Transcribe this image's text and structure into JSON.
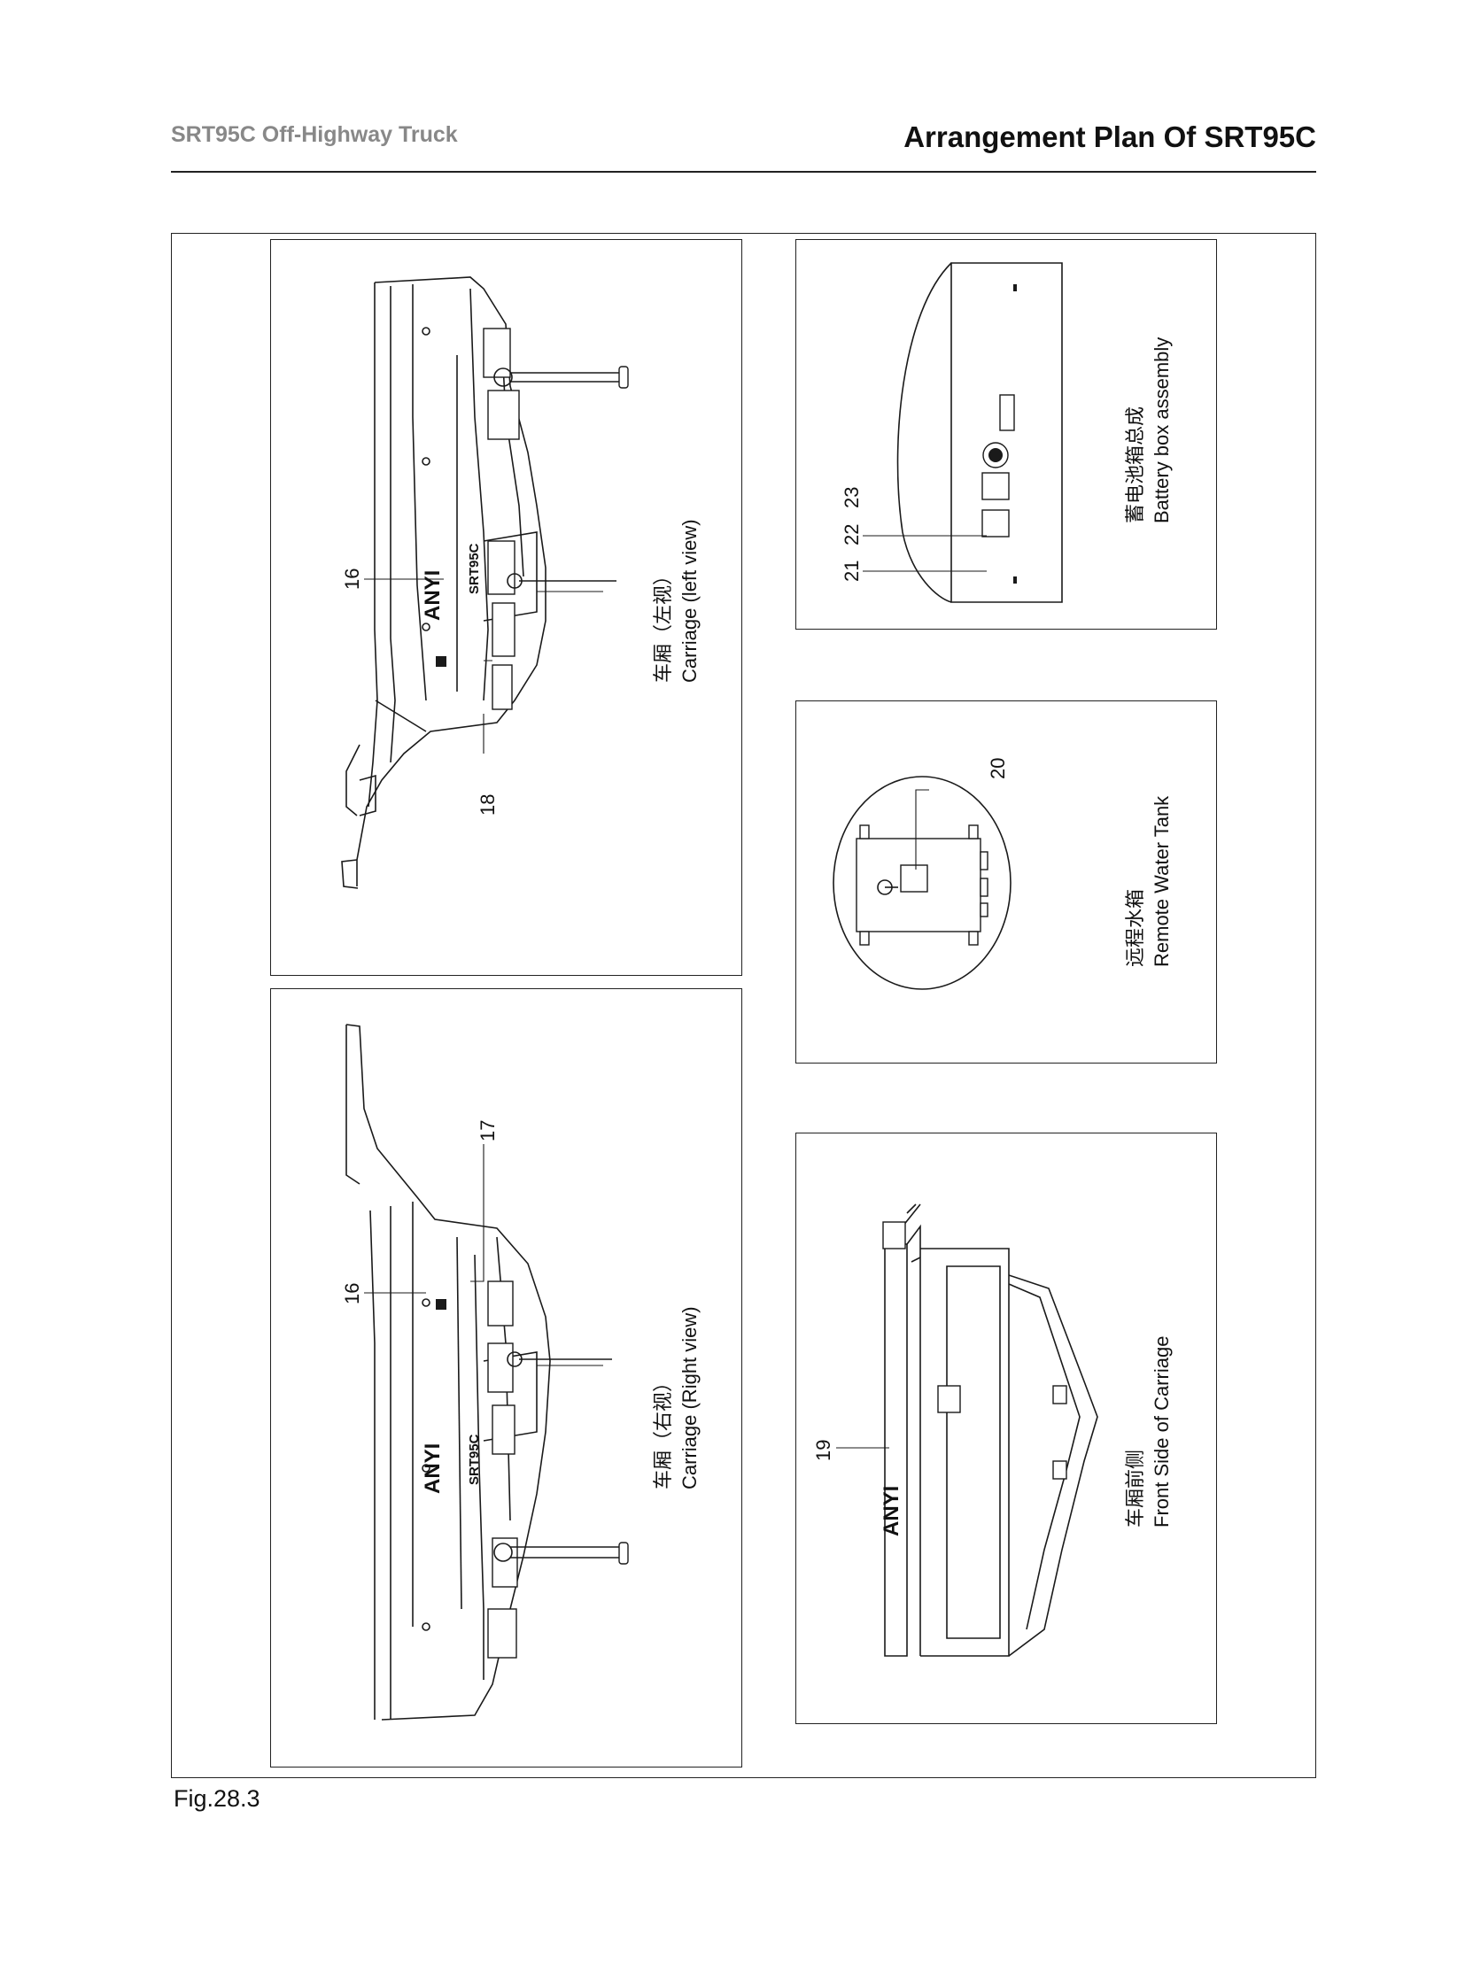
{
  "header": {
    "left_title": "SRT95C Off-Highway Truck",
    "right_title": "Arrangement Plan Of SRT95C"
  },
  "figure_label": "Fig.28.3",
  "panels": {
    "carriage_left": {
      "caption_zh": "车厢（左视）",
      "caption_en": "Carriage (left view)",
      "callouts": [
        "16",
        "18"
      ],
      "logo": "ANYI",
      "model": "SRT95C"
    },
    "carriage_right": {
      "caption_zh": "车厢（右视）",
      "caption_en": "Carriage (Right view)",
      "callouts": [
        "16",
        "17"
      ],
      "logo": "ANYI",
      "model": "SRT95C"
    },
    "battery_box": {
      "caption_zh": "蓄电池箱总成",
      "caption_en": "Battery box assembly",
      "callouts": [
        "21",
        "22",
        "23"
      ]
    },
    "water_tank": {
      "caption_zh": "远程水箱",
      "caption_en": "Remote Water Tank",
      "callouts": [
        "20"
      ]
    },
    "front_side": {
      "caption_zh": "车厢前侧",
      "caption_en": "Front Side of Carriage",
      "callouts": [
        "19"
      ],
      "logo": "ANYI"
    }
  }
}
